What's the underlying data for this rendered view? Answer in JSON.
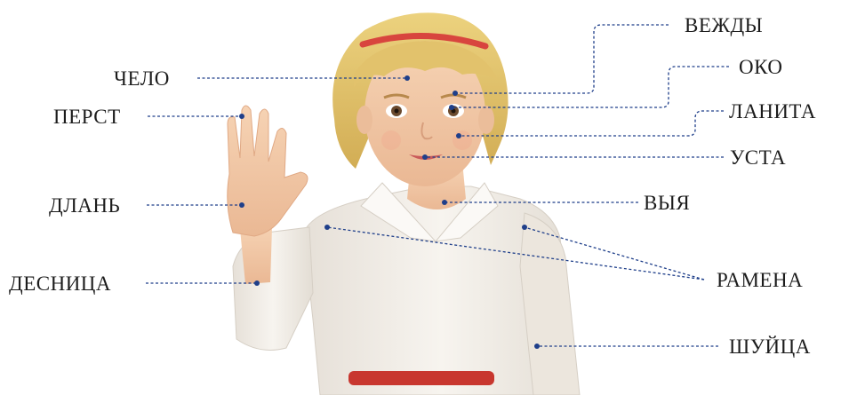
{
  "labels": {
    "chelo": "ЧЕЛО",
    "perst": "ПЕРСТ",
    "dlan": "ДЛАНЬ",
    "desnitsa": "ДЕСНИЦА",
    "vezhdy": "ВЕЖДЫ",
    "oko": "ОКО",
    "lanita": "ЛАНИТА",
    "usta": "УСТА",
    "vyya": "ВЫЯ",
    "ramena": "РАМЕНА",
    "shuytsa": "ШУЙЦА"
  },
  "colors": {
    "leader_line": "#1f3f8a",
    "text": "#1c1c1c",
    "hair": "#e2c36a",
    "skin": "#f3c9a8",
    "shirt": "#f3efe9",
    "headband": "#d8453e",
    "belt": "#c8372f"
  }
}
